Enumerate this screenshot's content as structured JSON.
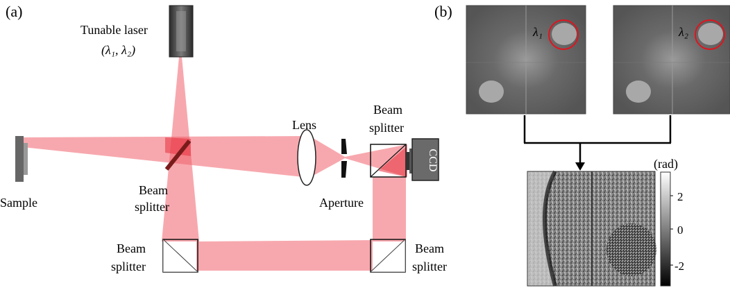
{
  "panel_a": {
    "panel_label": "(a)",
    "laser_label": "Tunable laser",
    "laser_wavelengths": "(λ₁, λ₂)",
    "sample_label": "Sample",
    "lens_label": "Lens",
    "aperture_label": "Aperture",
    "ccd_label": "CCD",
    "bs_center_line1": "Beam",
    "bs_center_line2": "splitter",
    "bs_top_right_line1": "Beam",
    "bs_top_right_line2": "splitter",
    "bs_bottom_left_line1": "Beam",
    "bs_bottom_left_line2": "splitter",
    "bs_bottom_right_line1": "Beam",
    "bs_bottom_right_line2": "splitter"
  },
  "panel_b": {
    "panel_label": "(b)",
    "lambda1": "λ₁",
    "lambda2": "λ₂",
    "colorbar_unit": "(rad)",
    "colorbar_ticks": [
      "2",
      "0",
      "-2"
    ]
  },
  "colors": {
    "beam": "#f0616b",
    "circle": "#e0141e",
    "device": "#555555"
  }
}
